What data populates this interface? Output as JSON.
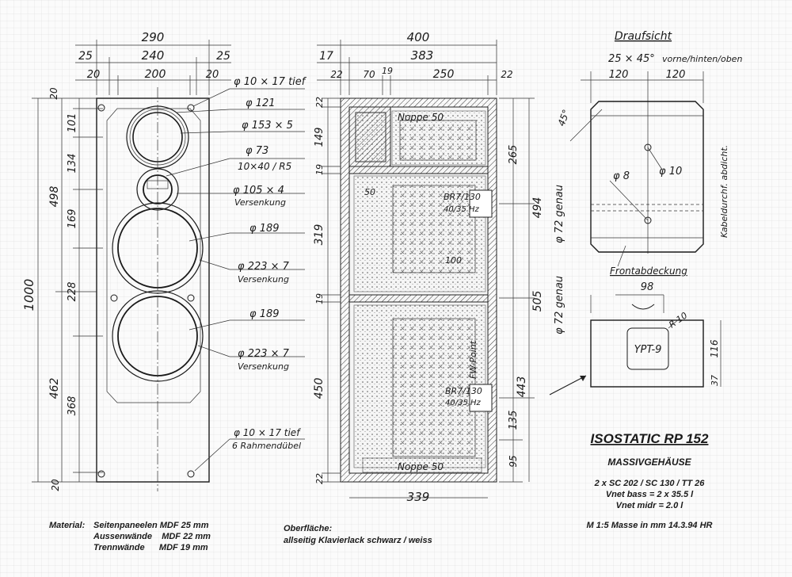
{
  "front_view": {
    "dims_top": [
      "290",
      "25",
      "240",
      "25",
      "20",
      "200",
      "20"
    ],
    "dims_left": [
      "1000",
      "498",
      "462",
      "20",
      "101",
      "134",
      "169",
      "228",
      "368",
      "20"
    ],
    "callouts": [
      "φ 10 × 17 tief",
      "φ 121",
      "φ 153 × 5",
      "φ 73",
      "10×40 / R5",
      "φ 105 × 4",
      "Versenkung",
      "φ 189",
      "φ 223 × 7",
      "Versenkung",
      "φ 189",
      "φ 223 × 7",
      "Versenkung",
      "φ 10 × 17 tief",
      "6 Rahmendübel"
    ]
  },
  "section_view": {
    "dims_top": [
      "400",
      "17",
      "383",
      "22",
      "70",
      "19",
      "250",
      "22"
    ],
    "dims_left": [
      "22",
      "149",
      "19",
      "319",
      "19",
      "450",
      "22"
    ],
    "dims_right": [
      "265",
      "494",
      "505",
      "443",
      "135",
      "95"
    ],
    "dims_right_far": [
      "φ 72 genau",
      "φ 72 genau"
    ],
    "labels": [
      "Noppe 50",
      "50",
      "BR7/130",
      "40/35 Hz",
      "100",
      "FW-Point",
      "BR7/130",
      "40/35 Hz",
      "Noppe 50"
    ],
    "dim_bottom": "339"
  },
  "top_view": {
    "title": "Draufsicht",
    "chamfer": "25 × 45°",
    "chamfer_note": "vorne/hinten/oben",
    "dims": [
      "120",
      "120"
    ],
    "angle": "45°",
    "hole_small": "φ 8",
    "hole_large": "φ 10",
    "side_note": "Kabeldurchf. abdicht.",
    "front_note": "Frontabdeckung"
  },
  "detail_view": {
    "width": "98",
    "radius": "R 10",
    "label": "YPT-9",
    "dims_right": [
      "116",
      "37"
    ]
  },
  "title_block": {
    "title": "ISOSTATIC  RP 152",
    "subtitle": "MASSIVGEHÄUSE",
    "line1": "2 x SC 202 / SC 130 / TT 26",
    "line2": "Vnet bass = 2 x 35.5 l",
    "line3": "Vnet midr = 2.0 l",
    "scale": "M 1:5   Masse in mm   14.3.94 HR"
  },
  "footer": {
    "material_label": "Material:",
    "material_lines": [
      "Seitenpaneelen MDF 25 mm",
      "Aussenwände    MDF 22 mm",
      "Trennwände      MDF 19 mm"
    ],
    "surface_label": "Oberfläche:",
    "surface_text": "allseitig Klavierlack schwarz / weiss"
  }
}
